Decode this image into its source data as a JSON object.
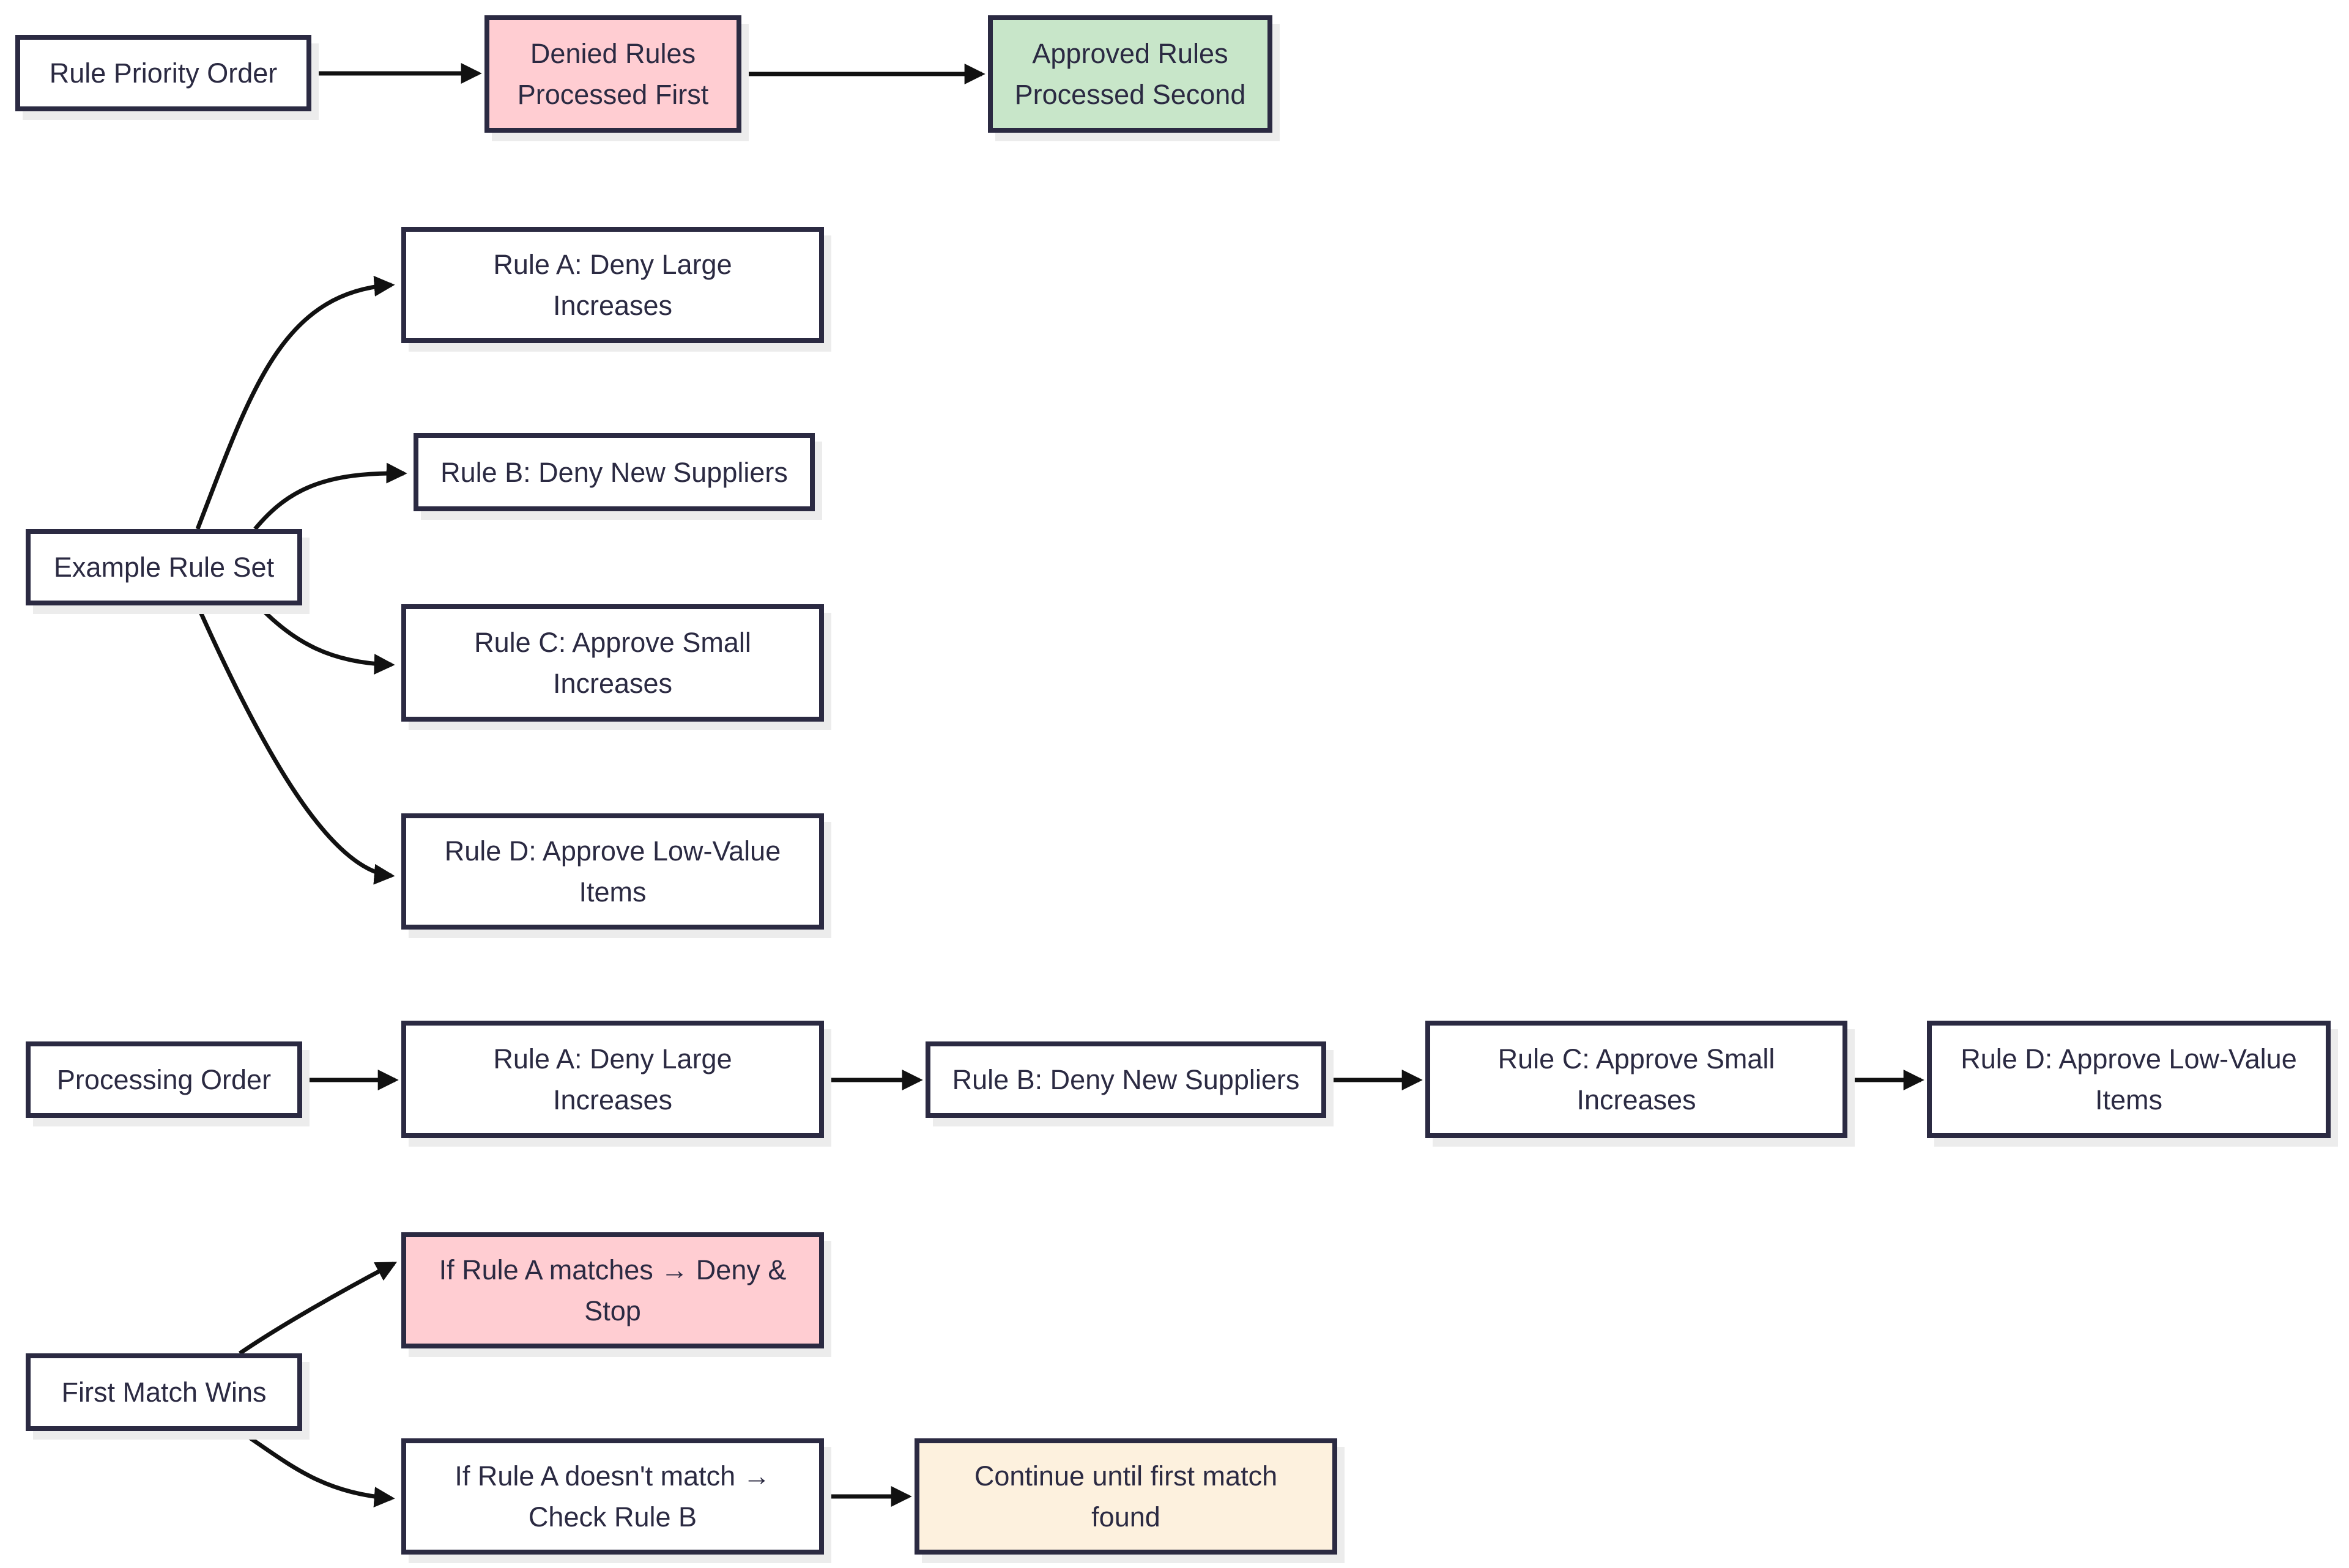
{
  "diagram_type": "flowchart",
  "colors": {
    "background": "#ffffff",
    "border": "#2b2a42",
    "text": "#2b2a42",
    "arrow": "#111111",
    "shadow": "#ececec",
    "variants": {
      "plain": "#ffffff",
      "denied": "#ffcdd2",
      "approved": "#c8e6c9",
      "continue": "#fdf1de"
    }
  },
  "nodes": {
    "rulePriority": {
      "label": "Rule Priority Order",
      "variant": "plain"
    },
    "deniedFirst": {
      "label": "Denied Rules\nProcessed First",
      "variant": "denied"
    },
    "approvedSecond": {
      "label": "Approved Rules\nProcessed Second",
      "variant": "approved"
    },
    "exampleRuleSet": {
      "label": "Example Rule Set",
      "variant": "plain"
    },
    "ruleA": {
      "label": "Rule A: Deny Large\nIncreases",
      "variant": "plain"
    },
    "ruleB": {
      "label": "Rule B: Deny New Suppliers",
      "variant": "plain"
    },
    "ruleC": {
      "label": "Rule C: Approve Small\nIncreases",
      "variant": "plain"
    },
    "ruleD": {
      "label": "Rule D: Approve Low-Value\nItems",
      "variant": "plain"
    },
    "processingOrder": {
      "label": "Processing Order",
      "variant": "plain"
    },
    "poRuleA": {
      "label": "Rule A: Deny Large\nIncreases",
      "variant": "plain"
    },
    "poRuleB": {
      "label": "Rule B: Deny New Suppliers",
      "variant": "plain"
    },
    "poRuleC": {
      "label": "Rule C: Approve Small\nIncreases",
      "variant": "plain"
    },
    "poRuleD": {
      "label": "Rule D: Approve Low-Value\nItems",
      "variant": "plain"
    },
    "firstMatchWins": {
      "label": "First Match Wins",
      "variant": "plain"
    },
    "ifMatches": {
      "label": "If Rule A matches → Deny &\nStop",
      "variant": "denied"
    },
    "ifNoMatch": {
      "label": "If Rule A doesn't match →\nCheck Rule B",
      "variant": "plain"
    },
    "continueUntil": {
      "label": "Continue until first match\nfound",
      "variant": "continue"
    }
  },
  "edges": [
    {
      "from": "rulePriority",
      "to": "deniedFirst"
    },
    {
      "from": "deniedFirst",
      "to": "approvedSecond"
    },
    {
      "from": "exampleRuleSet",
      "to": "ruleA"
    },
    {
      "from": "exampleRuleSet",
      "to": "ruleB"
    },
    {
      "from": "exampleRuleSet",
      "to": "ruleC"
    },
    {
      "from": "exampleRuleSet",
      "to": "ruleD"
    },
    {
      "from": "processingOrder",
      "to": "poRuleA"
    },
    {
      "from": "poRuleA",
      "to": "poRuleB"
    },
    {
      "from": "poRuleB",
      "to": "poRuleC"
    },
    {
      "from": "poRuleC",
      "to": "poRuleD"
    },
    {
      "from": "firstMatchWins",
      "to": "ifMatches"
    },
    {
      "from": "firstMatchWins",
      "to": "ifNoMatch"
    },
    {
      "from": "ifNoMatch",
      "to": "continueUntil"
    }
  ]
}
